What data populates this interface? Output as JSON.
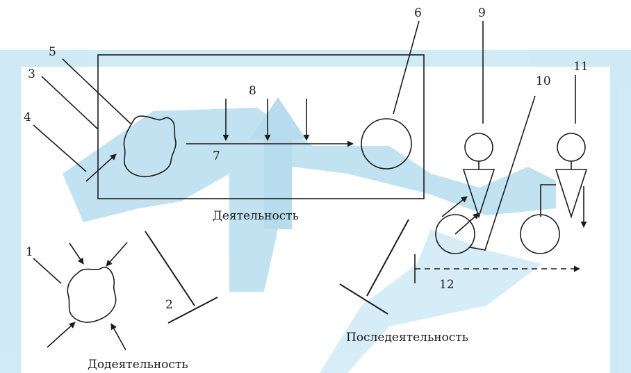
{
  "labels": {
    "activity": "Деятельность",
    "pre_activity": "Додеятельность",
    "post_activity": "Последеятельность"
  },
  "numbers": {
    "n1": "1",
    "n2": "2",
    "n3": "3",
    "n4": "4",
    "n5": "5",
    "n6": "6",
    "n7": "7",
    "n8": "8",
    "n9": "9",
    "n10": "10",
    "n11": "11",
    "n12": "12"
  },
  "colors": {
    "line": "#1a1a1a",
    "watermark": "#4fb3dc",
    "background": "#ffffff"
  },
  "icons": {
    "watermark": "upward-arrow-watermark",
    "object": "irregular-blob-shape",
    "result": "circle-shape",
    "person": "stick-figure-person"
  }
}
